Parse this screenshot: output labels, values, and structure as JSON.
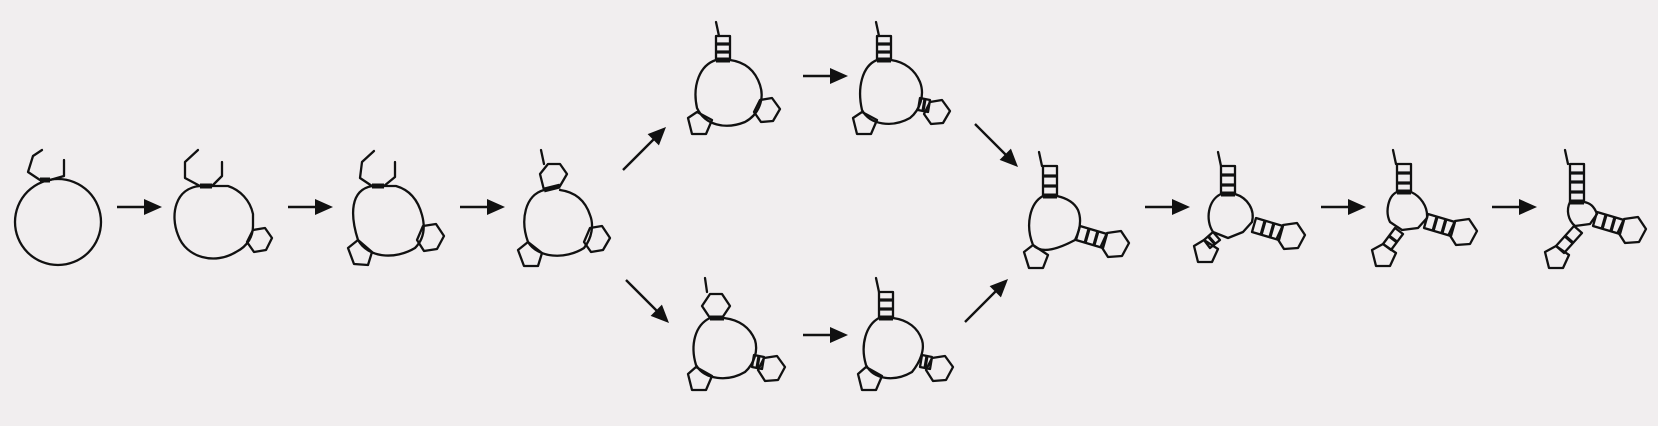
{
  "diagram": {
    "kind": "rna-folding-pathway",
    "stages": 11,
    "branches": [
      "upper-pathway",
      "lower-pathway"
    ],
    "ink_color": "#111111",
    "background_color": "#f1eeef"
  }
}
